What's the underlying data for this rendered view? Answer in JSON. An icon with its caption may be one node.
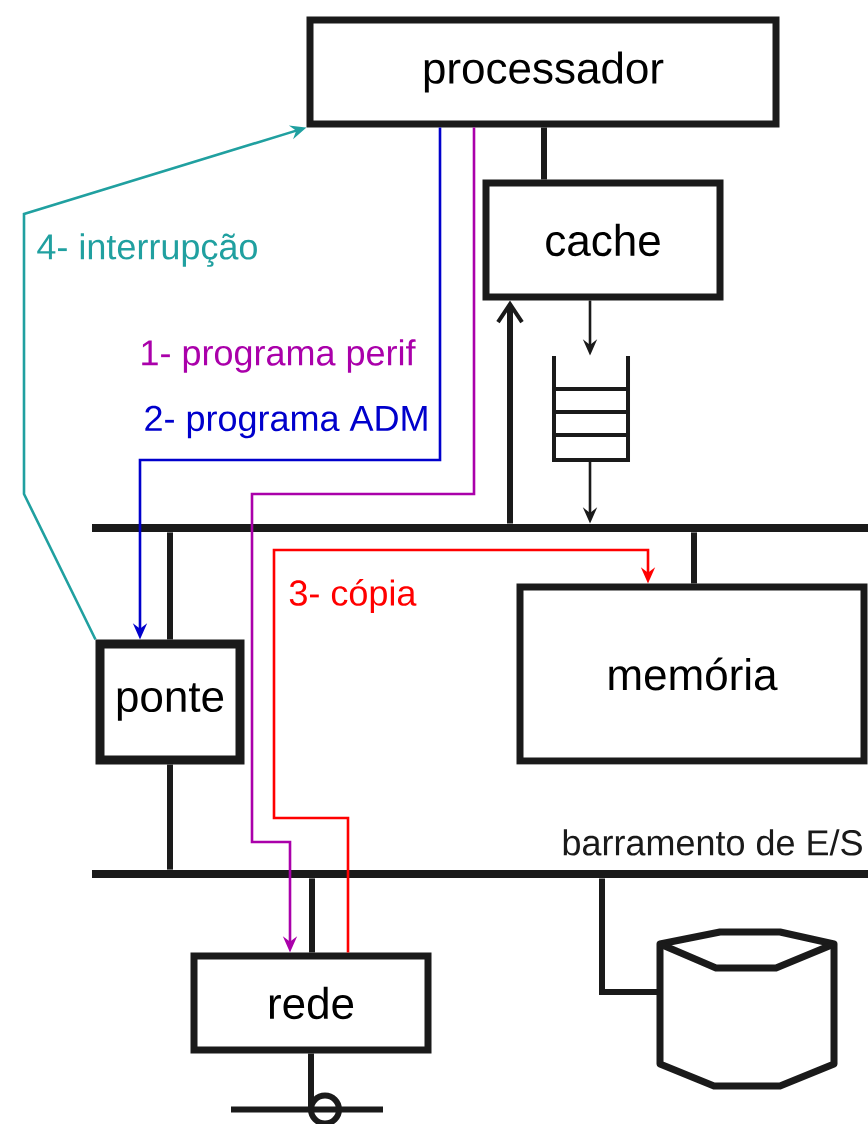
{
  "diagram": {
    "nodes": [
      {
        "text": [
          "processador"
        ]
      },
      {
        "text": [
          "cache"
        ]
      },
      {
        "text": [],
        "shape": "box"
      },
      {
        "text": [],
        "shape": "bar"
      },
      {
        "text": [
          "memória"
        ]
      },
      {
        "text": [
          "ponte"
        ]
      },
      {
        "text": [],
        "shape": "bar",
        "beside": [
          "barramento de E/S"
        ]
      },
      {
        "text": [
          "rede"
        ]
      },
      {
        "text": [],
        "shape": "cylinder"
      }
    ],
    "edges": [
      {
        "from": 0,
        "to": 1,
        "arrow": "none"
      },
      {
        "from": 1,
        "to": 2,
        "arrow": "to"
      },
      {
        "from": 2,
        "to": 3,
        "arrow": "to"
      },
      {
        "from": 3,
        "to": 1,
        "arrow": "to"
      },
      {
        "from": 3,
        "to": 4,
        "arrow": "none"
      },
      {
        "from": 3,
        "to": 5,
        "arrow": "none"
      },
      {
        "from": 5,
        "to": 6,
        "arrow": "none"
      },
      {
        "from": 6,
        "to": 7,
        "arrow": "none"
      },
      {
        "from": 6,
        "to": 8,
        "arrow": "none"
      },
      {
        "from": 0,
        "to": 7,
        "arrow": "to",
        "label": "1- programa perif",
        "color": "#aa00aa"
      },
      {
        "from": 0,
        "to": 5,
        "arrow": "to",
        "label": "2- programa ADM",
        "color": "#0000cc"
      },
      {
        "from": 7,
        "to": 4,
        "arrow": "to",
        "label": "3- cópia",
        "color": "#ff0000"
      },
      {
        "from": 5,
        "to": 0,
        "arrow": "to",
        "label": "4- interrupção",
        "color": "#20a0a0"
      }
    ]
  }
}
